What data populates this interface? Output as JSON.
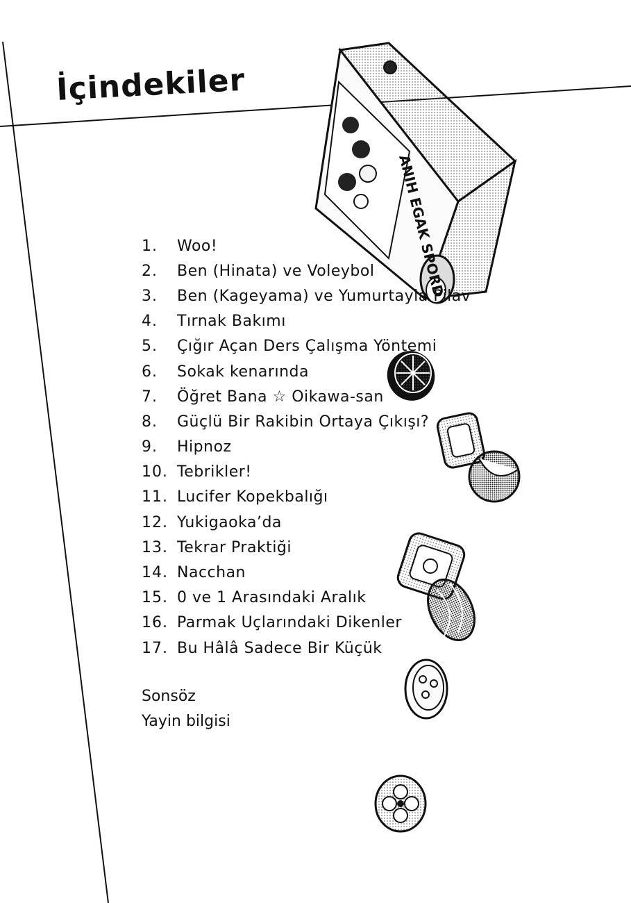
{
  "page": {
    "title": "İçindekiler"
  },
  "toc": {
    "chapters": [
      {
        "number": "1.",
        "title": "Woo!"
      },
      {
        "number": "2.",
        "title": "Ben (Hinata) ve Voleybol"
      },
      {
        "number": "3.",
        "title": "Ben (Kageyama) ve Yumurtayla Pilav"
      },
      {
        "number": "4.",
        "title": "Tırnak Bakımı"
      },
      {
        "number": "5.",
        "title": "Çığır Açan Ders Çalışma Yöntemi"
      },
      {
        "number": "6.",
        "title": "Sokak kenarında"
      },
      {
        "number": "7.",
        "title": "Öğret Bana ☆ Oikawa-san"
      },
      {
        "number": "8.",
        "title": "Güçlü Bir Rakibin Ortaya Çıkışı?"
      },
      {
        "number": "9.",
        "title": "Hipnoz"
      },
      {
        "number": "10.",
        "title": "Tebrikler!"
      },
      {
        "number": "11.",
        "title": "Lucifer Kopekbalığı"
      },
      {
        "number": "12.",
        "title": "Yukigaoka’da"
      },
      {
        "number": "13.",
        "title": "Tekrar Praktiği"
      },
      {
        "number": "14.",
        "title": "Nacchan"
      },
      {
        "number": "15.",
        "title": "0 ve 1 Arasındaki Aralık"
      },
      {
        "number": "16.",
        "title": "Parmak Uçlarındaki Dikenler"
      },
      {
        "number": "17.",
        "title": "Bu Hâlâ Sadece Bir Küçük"
      }
    ],
    "extras": [
      "Sonsöz",
      "Yayin bilgisi"
    ]
  },
  "illustration": {
    "can_label": "ANIH EGAK SPORD"
  }
}
